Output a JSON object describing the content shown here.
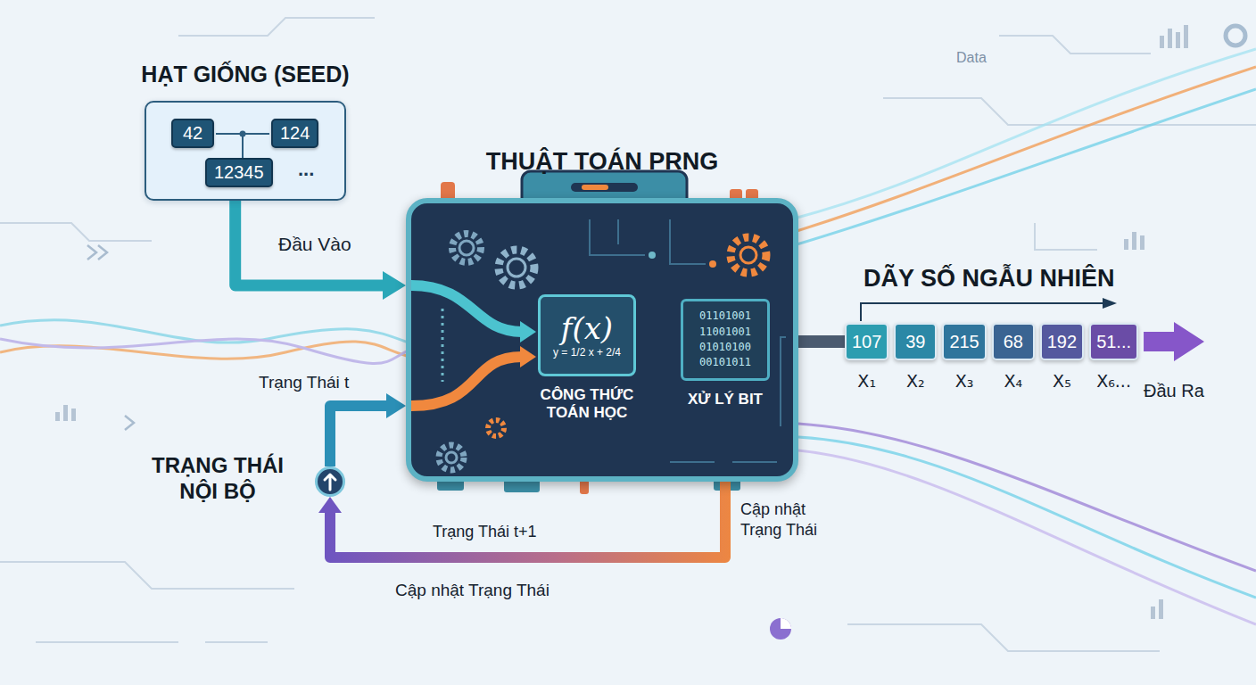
{
  "diagram": {
    "nodes": [
      {
        "text": [
          "HẠT GIỐNG (SEED)",
          "..."
        ]
      },
      {
        "text": [
          "42"
        ],
        "in": 0
      },
      {
        "text": [
          "124"
        ],
        "in": 0
      },
      {
        "text": [
          "12345"
        ],
        "in": 0
      },
      {
        "text": [
          "THUẬT TOÁN PRNG"
        ]
      },
      {
        "text": [
          "f(x)",
          "y = 1/2 x + 2/4",
          "CÔNG THỨC TOÁN HỌC"
        ],
        "in": 4
      },
      {
        "text": [
          "01101001 11001001 01010100 00101011",
          "XỬ LÝ BIT"
        ],
        "in": 4
      },
      {
        "text": [
          "107",
          "X₁"
        ]
      },
      {
        "text": [
          "39",
          "X₂"
        ]
      },
      {
        "text": [
          "215",
          "X₃"
        ]
      },
      {
        "text": [
          "68",
          "X₄"
        ]
      },
      {
        "text": [
          "192",
          "X₅"
        ]
      },
      {
        "text": [
          "51...",
          "X₆..."
        ]
      },
      {
        "text": [
          "TRẠNG THÁI NỘI BỘ"
        ]
      }
    ],
    "edges": [
      {
        "from": 0,
        "to": 4,
        "label": "Đầu Vào",
        "arrow": "to"
      },
      {
        "from": 5,
        "to": 6,
        "arrow": "to"
      },
      {
        "from": 4,
        "to": 7,
        "arrow": "none"
      },
      {
        "from": 6,
        "to": 13,
        "label": "Trạng Thái t+1",
        "arrow": "to"
      },
      {
        "from": 13,
        "to": 4,
        "label": "Trạng Thái t",
        "arrow": "to"
      }
    ],
    "labels": [
      "Data",
      "DÃY SỐ NGẪU NHIÊN",
      "Đầu Ra",
      "Cập nhật Trạng Thái",
      "Cập nhật Trạng Thái"
    ]
  }
}
